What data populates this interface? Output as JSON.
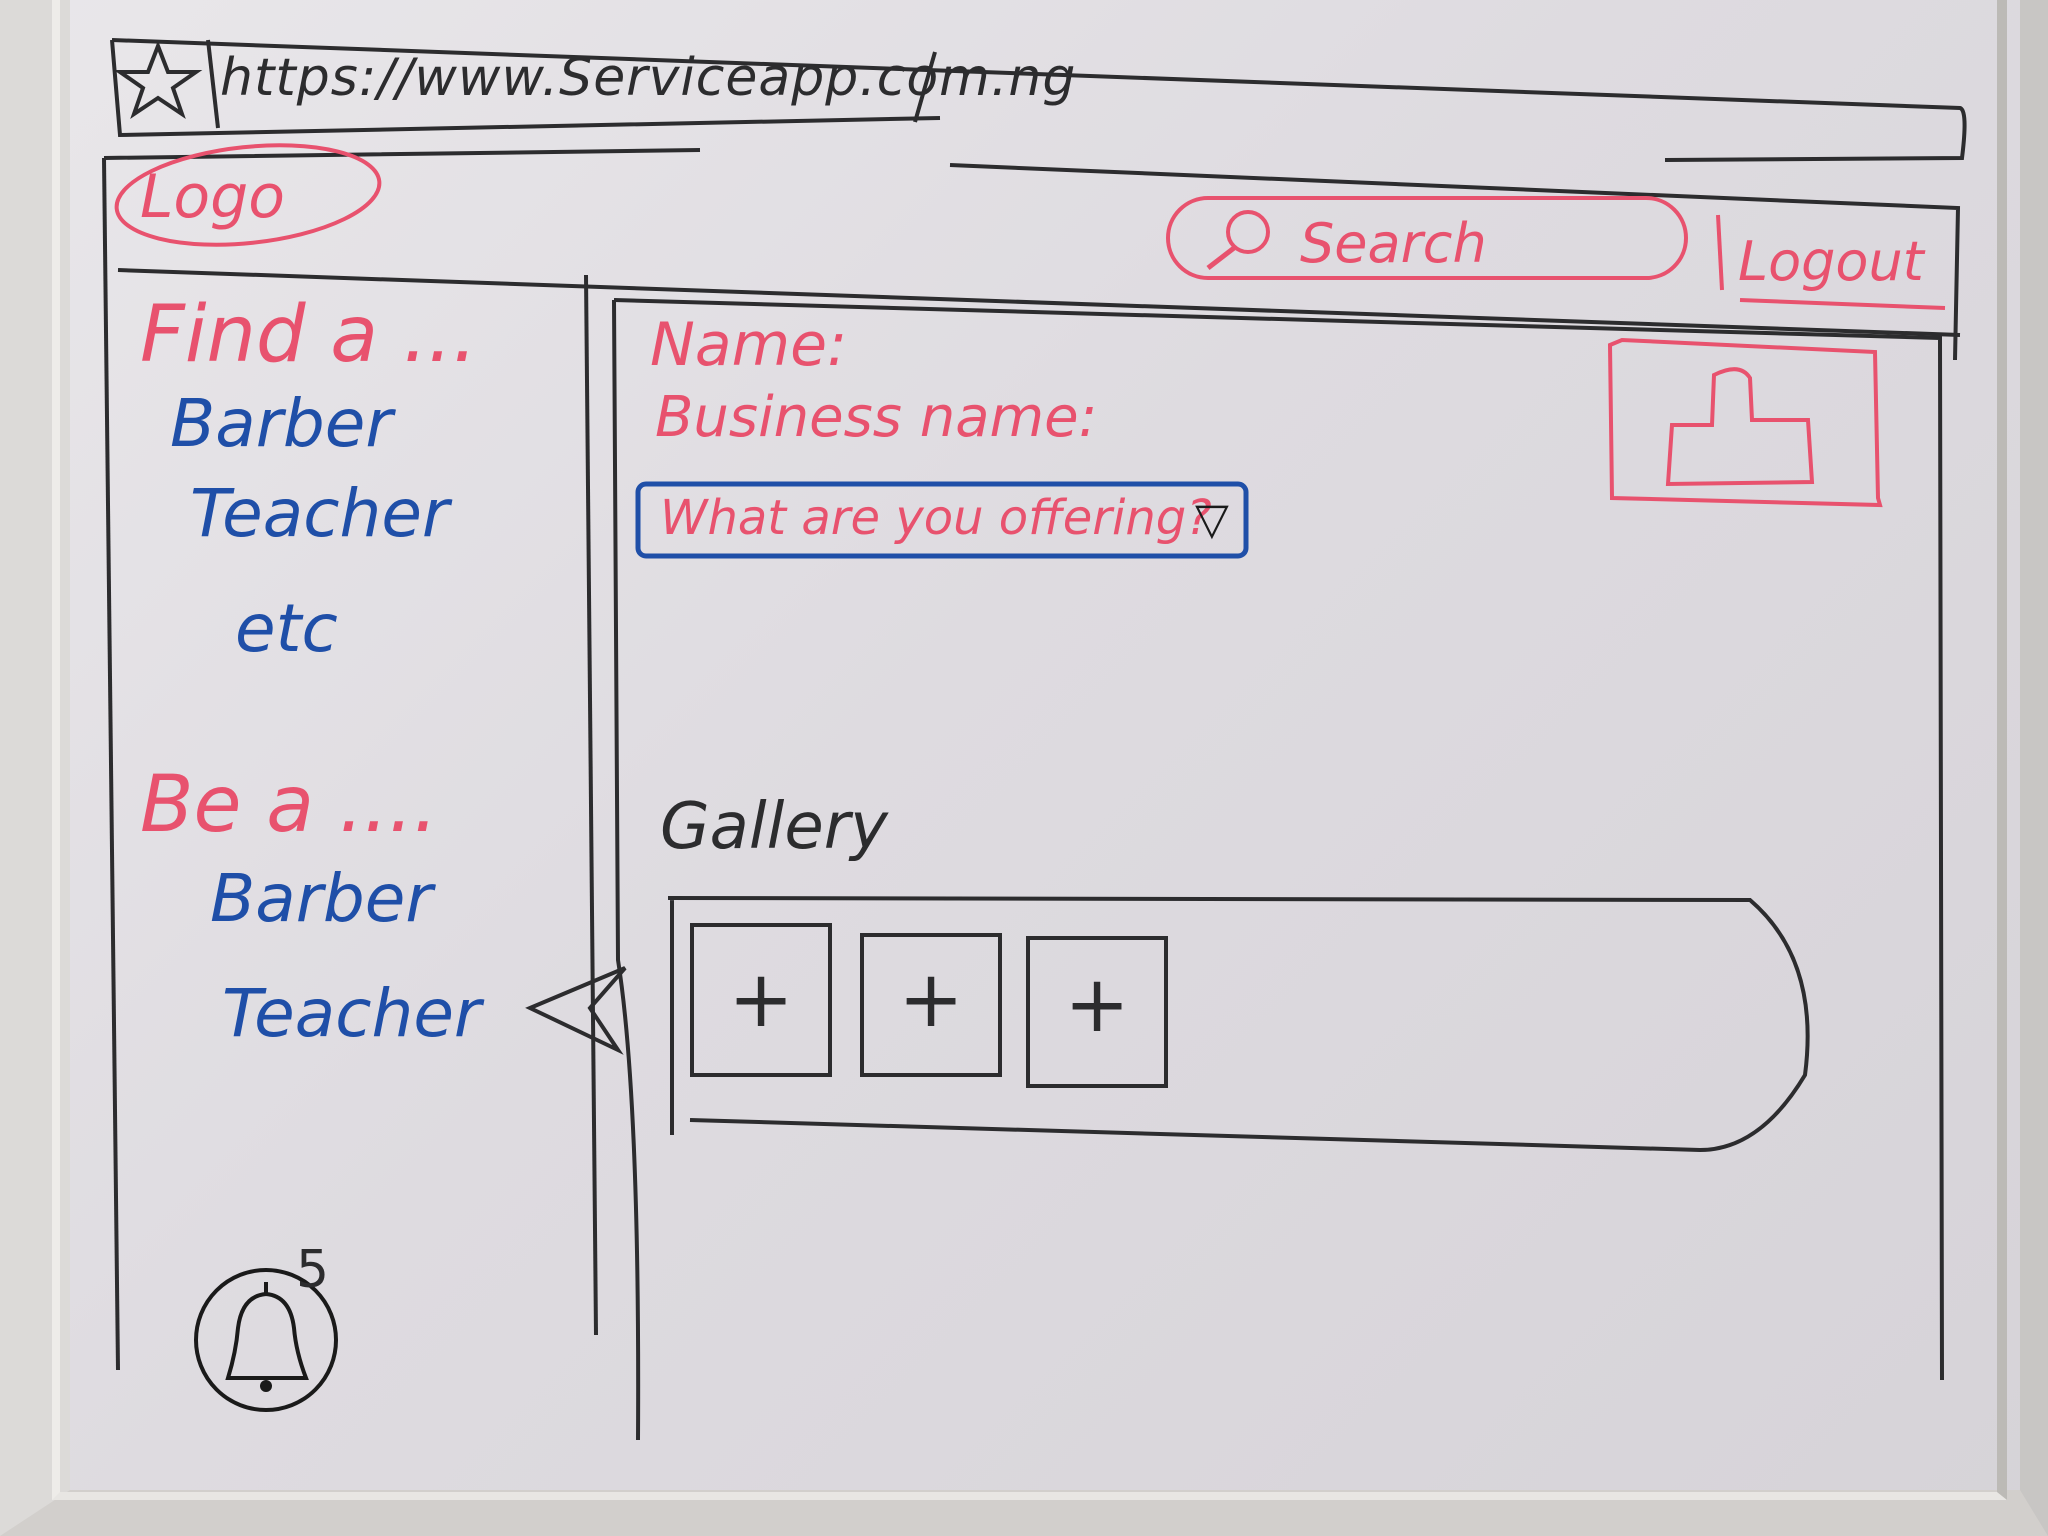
{
  "browser": {
    "url": "https://www.Serviceapp.com.ng"
  },
  "header": {
    "logo_label": "Logo",
    "search_label": "Search",
    "logout_label": "Logout"
  },
  "sidebar": {
    "find_heading": "Find a ...",
    "find_items": [
      "Barber",
      "Teacher",
      "etc"
    ],
    "be_heading": "Be a ....",
    "be_items": [
      "Barber",
      "Teacher"
    ]
  },
  "profile": {
    "name_label": "Name:",
    "business_name_label": "Business name:",
    "offering_placeholder": "What are you offering?"
  },
  "gallery": {
    "title": "Gallery",
    "add_tiles": [
      "+",
      "+",
      "+"
    ]
  },
  "notifications": {
    "count": "5"
  },
  "colors": {
    "red_marker": "#e8526e",
    "blue_marker": "#1f4fa8",
    "black_marker": "#2c2c2e",
    "board": "#e4e2e6"
  }
}
